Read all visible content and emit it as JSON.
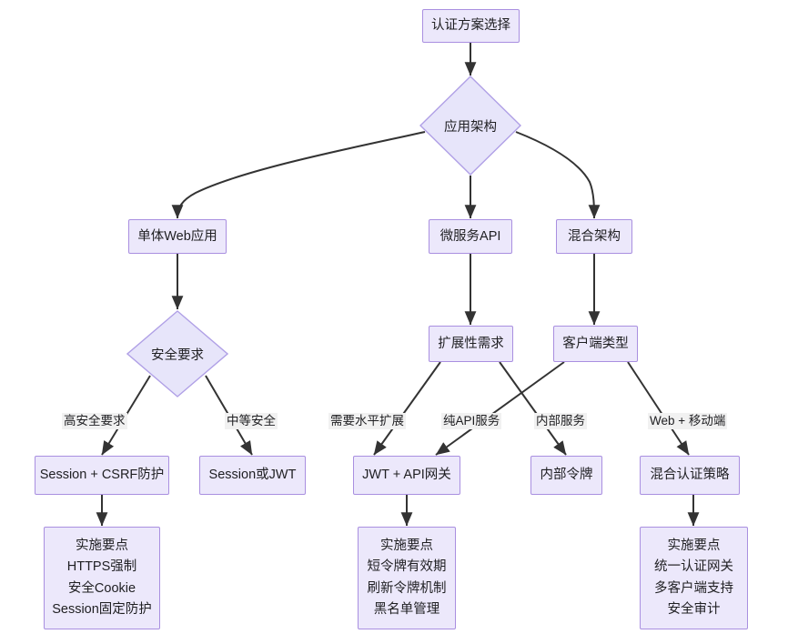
{
  "diagram": {
    "type": "flowchart",
    "title": "认证方案选择",
    "colors": {
      "rect_fill": "#ece8fb",
      "rect_stroke": "#a98fe0",
      "diamond_fill": "#e7e5fa",
      "diamond_stroke": "#b0a0e6",
      "edge_stroke": "#333333",
      "label_bg": "#f1f1f1",
      "text": "#1f1f22",
      "background": "#ffffff"
    },
    "nodes": [
      {
        "id": "start",
        "shape": "rect",
        "label": "认证方案选择"
      },
      {
        "id": "arch",
        "shape": "diamond",
        "label": "应用架构"
      },
      {
        "id": "mono",
        "shape": "rect",
        "label": "单体Web应用"
      },
      {
        "id": "micro",
        "shape": "rect",
        "label": "微服务API"
      },
      {
        "id": "hybrid",
        "shape": "rect",
        "label": "混合架构"
      },
      {
        "id": "security",
        "shape": "diamond",
        "label": "安全要求"
      },
      {
        "id": "scale",
        "shape": "rect",
        "label": "扩展性需求"
      },
      {
        "id": "client",
        "shape": "rect",
        "label": "客户端类型"
      },
      {
        "id": "sol_csrf",
        "shape": "rect",
        "label": "Session + CSRF防护"
      },
      {
        "id": "sol_sjwt",
        "shape": "rect",
        "label": "Session或JWT"
      },
      {
        "id": "sol_jwtgw",
        "shape": "rect",
        "label": "JWT + API网关"
      },
      {
        "id": "sol_token",
        "shape": "rect",
        "label": "内部令牌"
      },
      {
        "id": "sol_mixed",
        "shape": "rect",
        "label": "混合认证策略"
      },
      {
        "id": "detail_csrf",
        "shape": "rect",
        "lines": [
          "实施要点",
          "HTTPS强制",
          "安全Cookie",
          "Session固定防护"
        ]
      },
      {
        "id": "detail_jwtgw",
        "shape": "rect",
        "lines": [
          "实施要点",
          "短令牌有效期",
          "刷新令牌机制",
          "黑名单管理"
        ]
      },
      {
        "id": "detail_mixed",
        "shape": "rect",
        "lines": [
          "实施要点",
          "统一认证网关",
          "多客户端支持",
          "安全审计"
        ]
      }
    ],
    "edge_labels": [
      {
        "id": "lbl_high",
        "text": "高安全要求"
      },
      {
        "id": "lbl_mid",
        "text": "中等安全"
      },
      {
        "id": "lbl_scale",
        "text": "需要水平扩展"
      },
      {
        "id": "lbl_pure",
        "text": "纯API服务"
      },
      {
        "id": "lbl_inner",
        "text": "内部服务"
      },
      {
        "id": "lbl_webmob",
        "text": "Web + 移动端"
      }
    ],
    "edges": [
      {
        "from": "start",
        "to": "arch",
        "label": ""
      },
      {
        "from": "arch",
        "to": "mono",
        "label": ""
      },
      {
        "from": "arch",
        "to": "micro",
        "label": ""
      },
      {
        "from": "arch",
        "to": "hybrid",
        "label": ""
      },
      {
        "from": "mono",
        "to": "security",
        "label": ""
      },
      {
        "from": "micro",
        "to": "scale",
        "label": ""
      },
      {
        "from": "hybrid",
        "to": "client",
        "label": ""
      },
      {
        "from": "security",
        "to": "sol_csrf",
        "label": "高安全要求"
      },
      {
        "from": "security",
        "to": "sol_sjwt",
        "label": "中等安全"
      },
      {
        "from": "scale",
        "to": "sol_jwtgw",
        "label": "需要水平扩展"
      },
      {
        "from": "scale",
        "to": "sol_token",
        "label": "内部服务"
      },
      {
        "from": "client",
        "to": "sol_jwtgw",
        "label": "纯API服务"
      },
      {
        "from": "client",
        "to": "sol_mixed",
        "label": "Web + 移动端"
      },
      {
        "from": "sol_csrf",
        "to": "detail_csrf",
        "label": ""
      },
      {
        "from": "sol_jwtgw",
        "to": "detail_jwtgw",
        "label": ""
      },
      {
        "from": "sol_mixed",
        "to": "detail_mixed",
        "label": ""
      }
    ]
  }
}
